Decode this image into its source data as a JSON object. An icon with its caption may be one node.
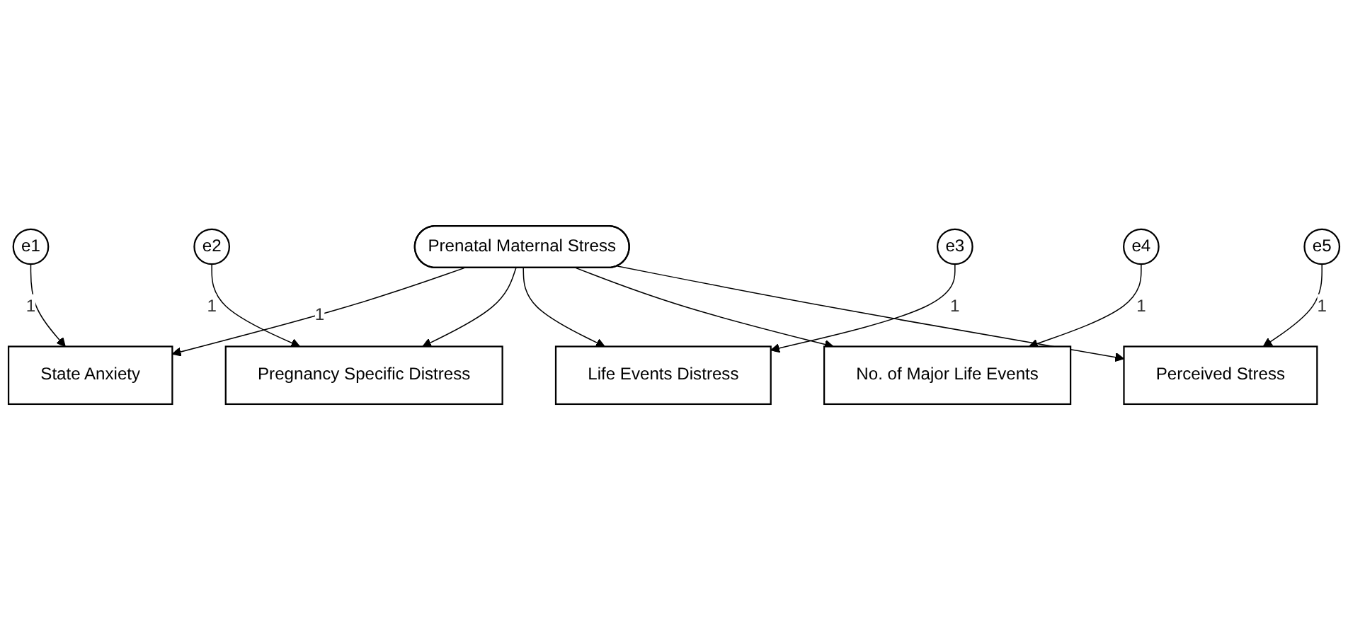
{
  "diagram": {
    "nodes": [
      {
        "text": [
          "Prenatal Maternal Stress"
        ]
      },
      {
        "text": [
          "State Anxiety"
        ]
      },
      {
        "text": [
          "Pregnancy Specific Distress"
        ]
      },
      {
        "text": [
          "Life Events Distress"
        ]
      },
      {
        "text": [
          "No. of Major Life Events"
        ]
      },
      {
        "text": [
          "Perceived Stress"
        ]
      },
      {
        "text": [
          "e1"
        ]
      },
      {
        "text": [
          "e2"
        ]
      },
      {
        "text": [
          "e3"
        ]
      },
      {
        "text": [
          "e4"
        ]
      },
      {
        "text": [
          "e5"
        ]
      }
    ],
    "edges": [
      {
        "from": 0,
        "to": 1,
        "arrow": "to",
        "label": "1"
      },
      {
        "from": 0,
        "to": 2,
        "arrow": "to"
      },
      {
        "from": 0,
        "to": 3,
        "arrow": "to"
      },
      {
        "from": 0,
        "to": 4,
        "arrow": "to"
      },
      {
        "from": 0,
        "to": 5,
        "arrow": "to"
      },
      {
        "from": 6,
        "to": 1,
        "arrow": "to",
        "label": "1"
      },
      {
        "from": 7,
        "to": 2,
        "arrow": "to",
        "label": "1"
      },
      {
        "from": 8,
        "to": 3,
        "arrow": "to",
        "label": "1"
      },
      {
        "from": 9,
        "to": 4,
        "arrow": "to",
        "label": "1"
      },
      {
        "from": 10,
        "to": 5,
        "arrow": "to",
        "label": "1"
      }
    ]
  }
}
